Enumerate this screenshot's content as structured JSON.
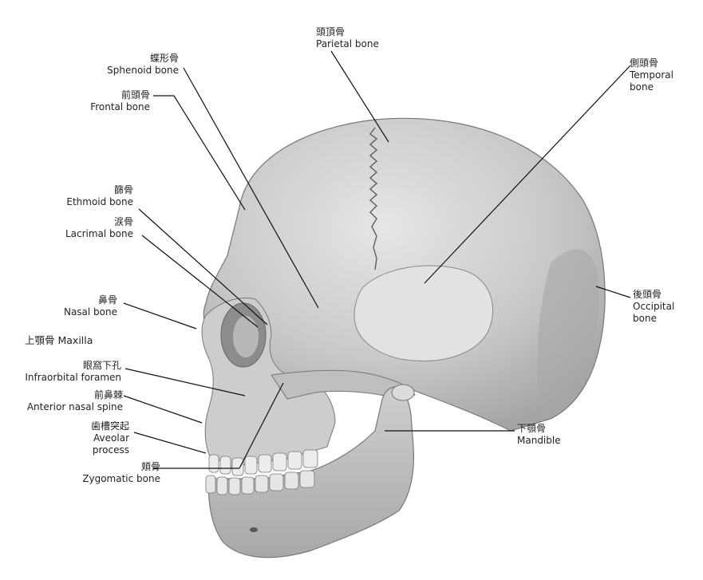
{
  "labels": {
    "parietal": {
      "ja": "頭頂骨",
      "en": "Parietal bone"
    },
    "sphenoid": {
      "ja": "蝶形骨",
      "en": "Sphenoid bone"
    },
    "frontal": {
      "ja": "前頭骨",
      "en": "Frontal bone"
    },
    "temporal": {
      "ja": "側頭骨",
      "en1": "Temporal",
      "en2": "bone"
    },
    "ethmoid": {
      "ja": "篩骨",
      "en": "Ethmoid bone"
    },
    "lacrimal": {
      "ja": "涙骨",
      "en": "Lacrimal bone"
    },
    "nasal": {
      "ja": "鼻骨",
      "en": "Nasal bone"
    },
    "maxilla": {
      "text": "上顎骨 Maxilla"
    },
    "infraorbital": {
      "ja": "眼窩下孔",
      "en": "Infraorbital foramen"
    },
    "anterior_nasal": {
      "ja": "前鼻棘",
      "en": "Anterior nasal spine"
    },
    "alveolar": {
      "ja": "歯槽突起",
      "en1": "Aveolar",
      "en2": "process"
    },
    "zygomatic": {
      "ja": "頬骨",
      "en": "Zygomatic bone"
    },
    "occipital": {
      "ja": "後頭骨",
      "en1": "Occipital",
      "en2": "bone"
    },
    "mandible": {
      "ja": "下顎骨",
      "en": "Mandible"
    }
  },
  "colors": {
    "skull": "#d2d2d2",
    "shadow": "#9a9a9a",
    "highlight": "#f2f2f2",
    "line": "#111111"
  }
}
